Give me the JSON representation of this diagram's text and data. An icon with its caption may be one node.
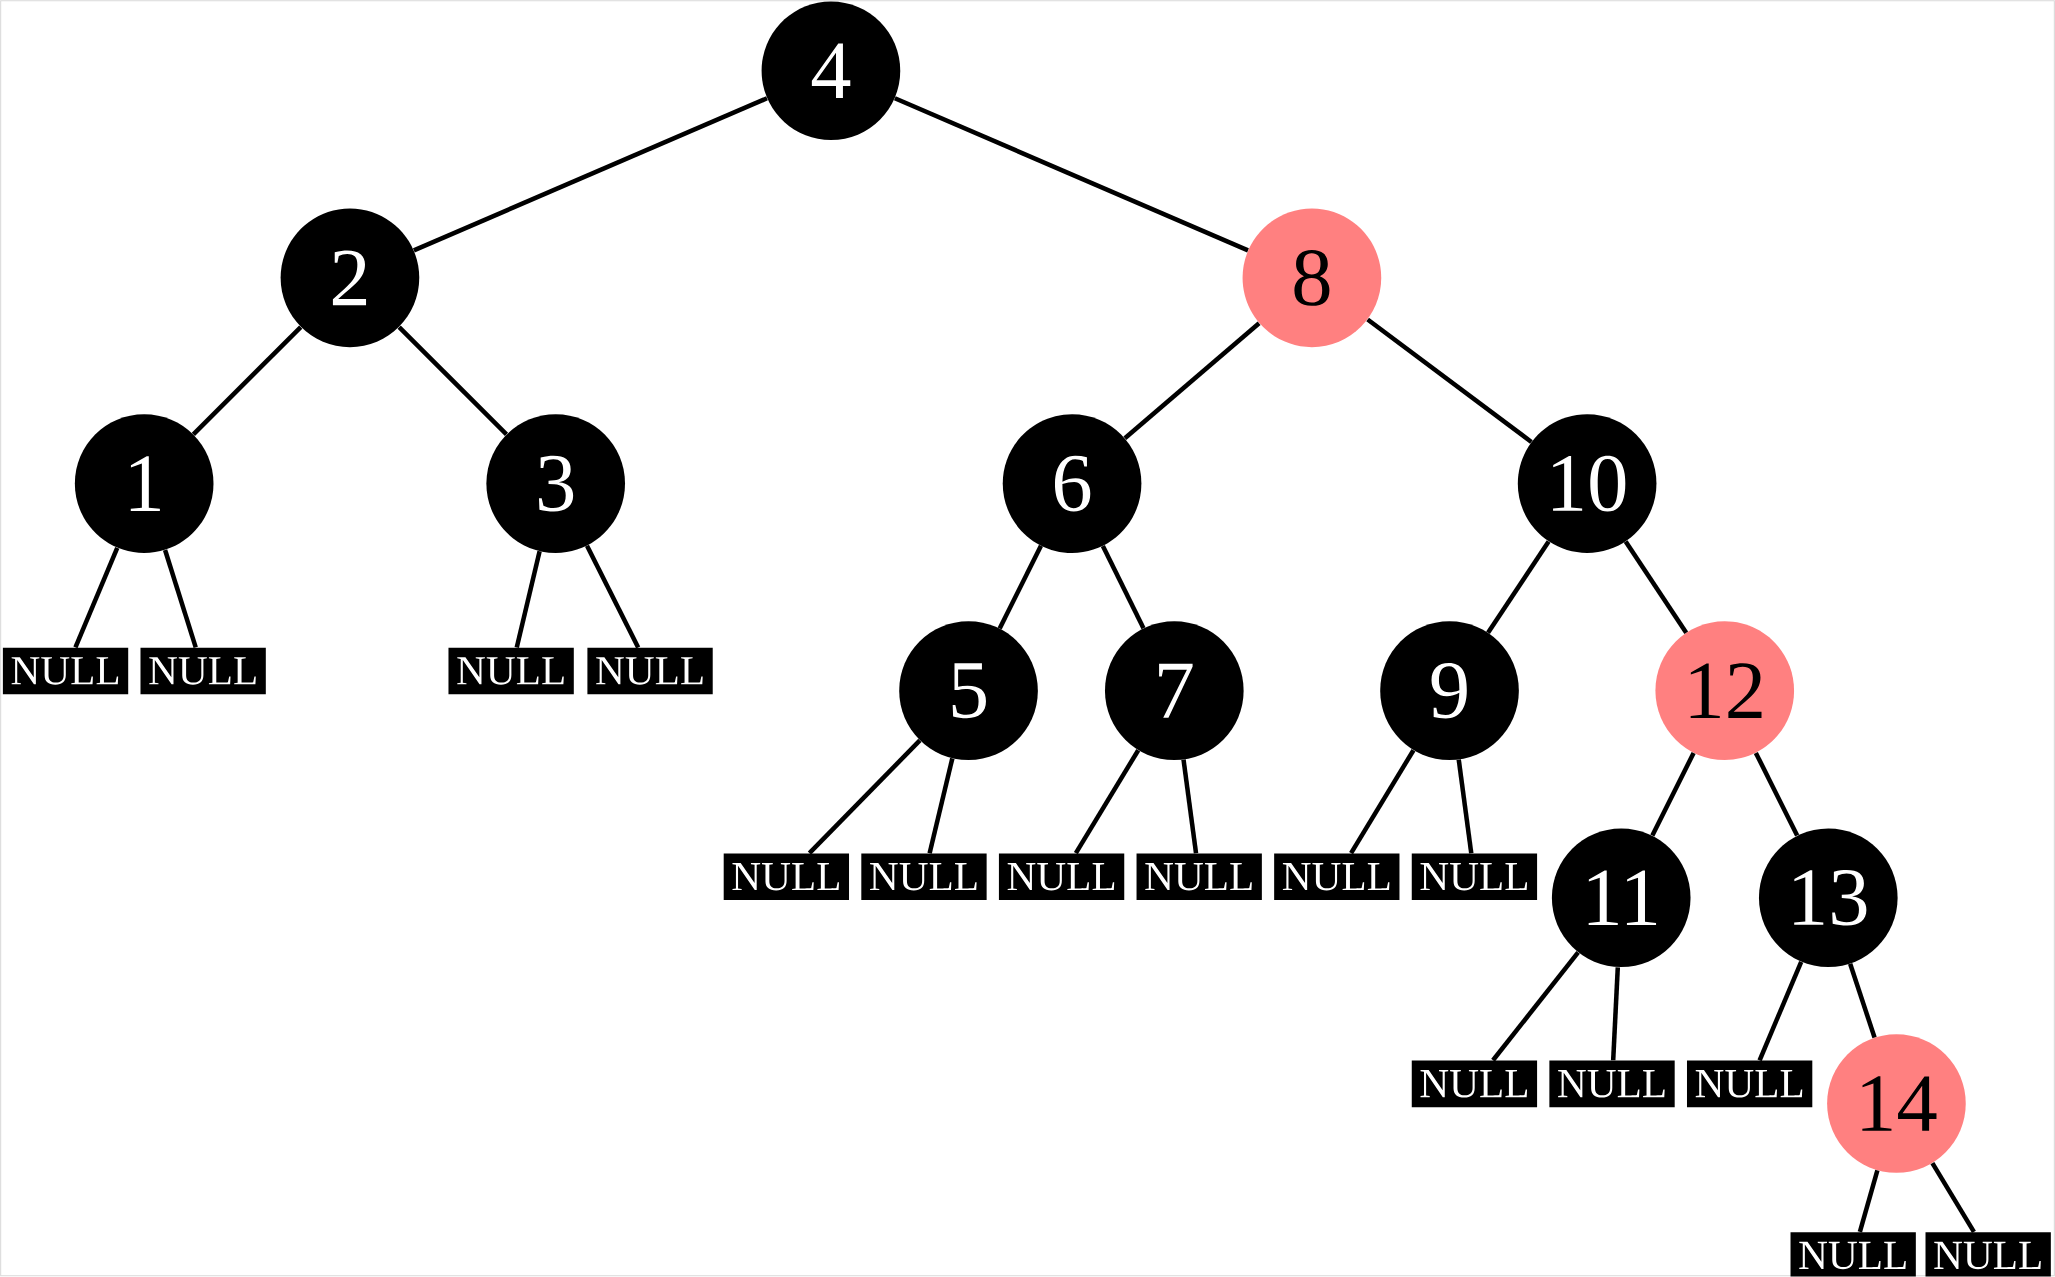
{
  "diagram": {
    "nodes": [
      {
        "text": [
          "4"
        ]
      },
      {
        "text": [
          "2"
        ]
      },
      {
        "text": [
          "8"
        ]
      },
      {
        "text": [
          "1"
        ]
      },
      {
        "text": [
          "3"
        ]
      },
      {
        "text": [
          "6"
        ]
      },
      {
        "text": [
          "10"
        ]
      },
      {
        "text": [
          "NULL"
        ]
      },
      {
        "text": [
          "NULL"
        ]
      },
      {
        "text": [
          "NULL"
        ]
      },
      {
        "text": [
          "NULL"
        ]
      },
      {
        "text": [
          "5"
        ]
      },
      {
        "text": [
          "7"
        ]
      },
      {
        "text": [
          "9"
        ]
      },
      {
        "text": [
          "12"
        ]
      },
      {
        "text": [
          "NULL"
        ]
      },
      {
        "text": [
          "NULL"
        ]
      },
      {
        "text": [
          "NULL"
        ]
      },
      {
        "text": [
          "NULL"
        ]
      },
      {
        "text": [
          "NULL"
        ]
      },
      {
        "text": [
          "NULL"
        ]
      },
      {
        "text": [
          "11"
        ]
      },
      {
        "text": [
          "13"
        ]
      },
      {
        "text": [
          "NULL"
        ]
      },
      {
        "text": [
          "NULL"
        ]
      },
      {
        "text": [
          "NULL"
        ]
      },
      {
        "text": [
          "14"
        ]
      },
      {
        "text": [
          "NULL"
        ]
      },
      {
        "text": [
          "NULL"
        ]
      }
    ],
    "edges": [
      {
        "from": 0,
        "to": 1,
        "arrow": "none"
      },
      {
        "from": 0,
        "to": 2,
        "arrow": "none"
      },
      {
        "from": 1,
        "to": 3,
        "arrow": "none"
      },
      {
        "from": 1,
        "to": 4,
        "arrow": "none"
      },
      {
        "from": 2,
        "to": 5,
        "arrow": "none"
      },
      {
        "from": 2,
        "to": 6,
        "arrow": "none"
      },
      {
        "from": 3,
        "to": 7,
        "arrow": "none"
      },
      {
        "from": 3,
        "to": 8,
        "arrow": "none"
      },
      {
        "from": 4,
        "to": 9,
        "arrow": "none"
      },
      {
        "from": 4,
        "to": 10,
        "arrow": "none"
      },
      {
        "from": 5,
        "to": 11,
        "arrow": "none"
      },
      {
        "from": 5,
        "to": 12,
        "arrow": "none"
      },
      {
        "from": 6,
        "to": 13,
        "arrow": "none"
      },
      {
        "from": 6,
        "to": 14,
        "arrow": "none"
      },
      {
        "from": 11,
        "to": 15,
        "arrow": "none"
      },
      {
        "from": 11,
        "to": 16,
        "arrow": "none"
      },
      {
        "from": 12,
        "to": 17,
        "arrow": "none"
      },
      {
        "from": 12,
        "to": 18,
        "arrow": "none"
      },
      {
        "from": 13,
        "to": 19,
        "arrow": "none"
      },
      {
        "from": 13,
        "to": 20,
        "arrow": "none"
      },
      {
        "from": 14,
        "to": 21,
        "arrow": "none"
      },
      {
        "from": 14,
        "to": 22,
        "arrow": "none"
      },
      {
        "from": 21,
        "to": 23,
        "arrow": "none"
      },
      {
        "from": 21,
        "to": 24,
        "arrow": "none"
      },
      {
        "from": 22,
        "to": 25,
        "arrow": "none"
      },
      {
        "from": 22,
        "to": 26,
        "arrow": "none"
      },
      {
        "from": 26,
        "to": 27,
        "arrow": "none"
      },
      {
        "from": 26,
        "to": 28,
        "arrow": "none"
      }
    ]
  }
}
